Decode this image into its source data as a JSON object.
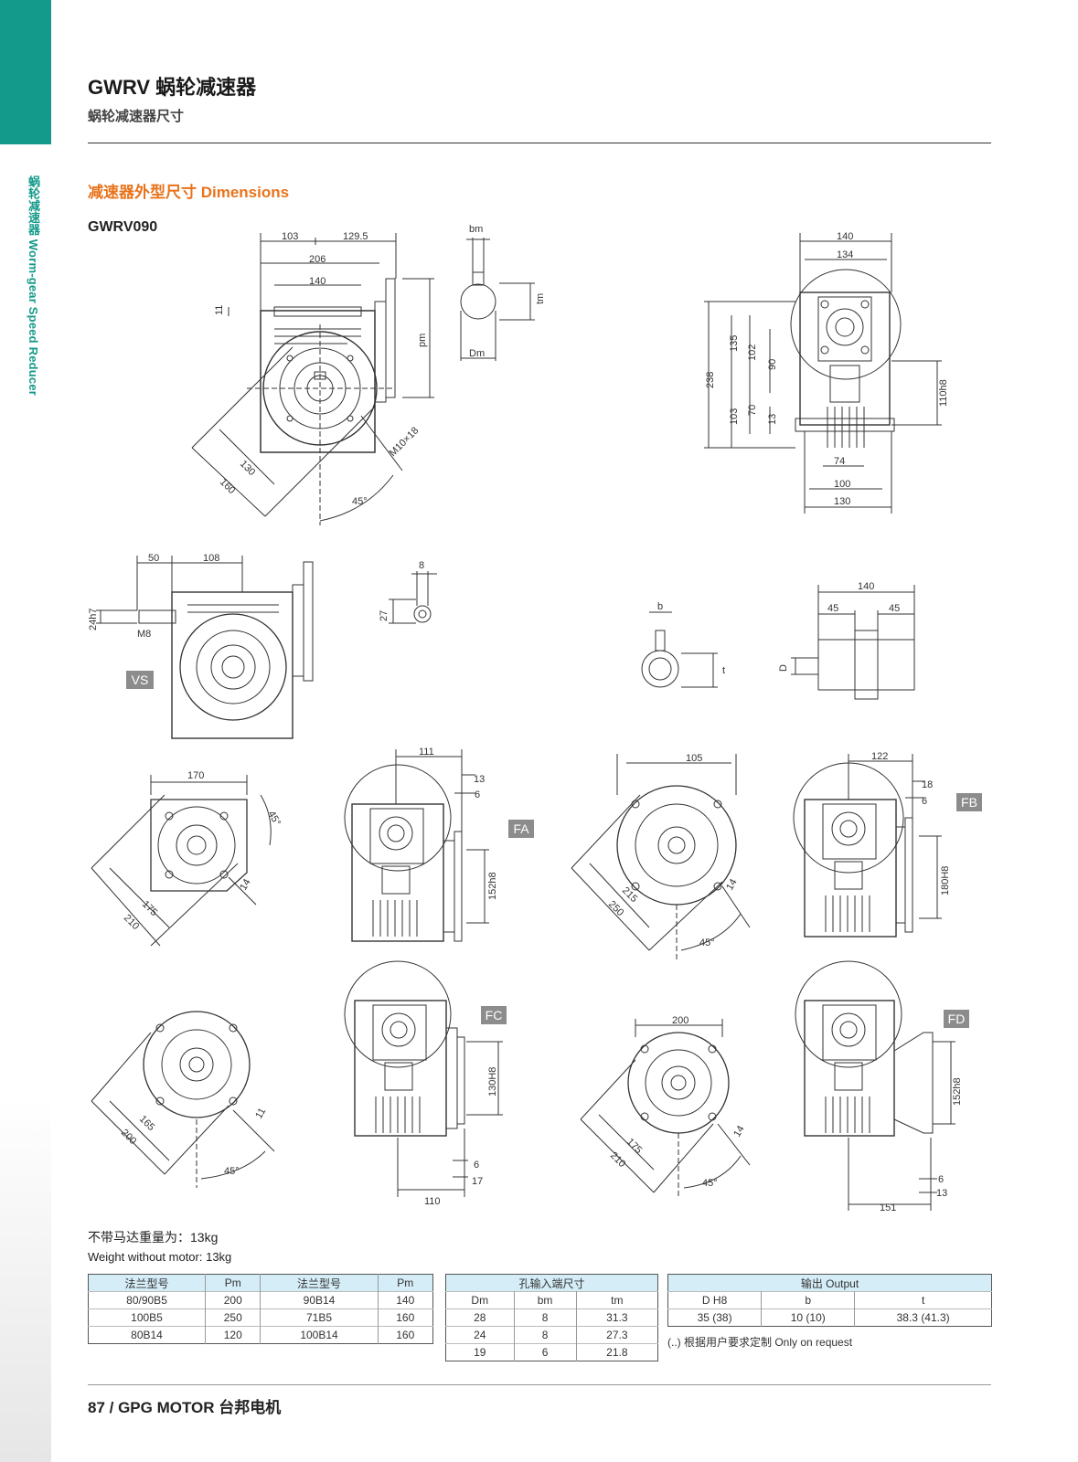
{
  "header": {
    "title": "GWRV 蜗轮减速器",
    "subtitle": "蜗轮减速器尺寸",
    "side_text": "蜗轮减速器 Worm-gear Speed Reducer"
  },
  "section": {
    "title": "减速器外型尺寸 Dimensions",
    "model": "GWRV090"
  },
  "tags": {
    "vs": "VS",
    "fa": "FA",
    "fb": "FB",
    "fc": "FC",
    "fd": "FD"
  },
  "weight": {
    "cn": "不带马达重量为：13kg",
    "en": "Weight without motor: 13kg"
  },
  "flange_table": {
    "headers": [
      "法兰型号",
      "Pm",
      "法兰型号",
      "Pm"
    ],
    "rows": [
      [
        "80/90B5",
        "200",
        "90B14",
        "140"
      ],
      [
        "100B5",
        "250",
        "71B5",
        "160"
      ],
      [
        "80B14",
        "120",
        "100B14",
        "160"
      ]
    ]
  },
  "input_table": {
    "title": "孔输入端尺寸",
    "headers": [
      "Dm",
      "bm",
      "tm"
    ],
    "rows": [
      [
        "28",
        "8",
        "31.3"
      ],
      [
        "24",
        "8",
        "27.3"
      ],
      [
        "19",
        "6",
        "21.8"
      ]
    ]
  },
  "output_table": {
    "title": "输出 Output",
    "headers": [
      "D H8",
      "b",
      "t"
    ],
    "rows": [
      [
        "35 (38)",
        "10 (10)",
        "38.3 (41.3)"
      ]
    ]
  },
  "note": "(..) 根据用户要求定制 Only on request",
  "footer": "87 / GPG MOTOR 台邦电机",
  "dims": {
    "d103": "103",
    "d129": "129.5",
    "d206": "206",
    "d140": "140",
    "d11": "11",
    "d130": "130",
    "d160": "160",
    "m10": "M10×18",
    "a45": "45°",
    "bm": "bm",
    "tm": "tm",
    "dm": "Dm",
    "pm": "pm",
    "r140": "140",
    "r134": "134",
    "r238": "238",
    "r135": "135",
    "r102": "102",
    "r90": "90",
    "r103": "103",
    "r70": "70",
    "r13": "13",
    "r110": "110h8",
    "r74": "74",
    "r100": "100",
    "r130": "130",
    "v50": "50",
    "v108": "108",
    "v24": "24h7",
    "vm8": "M8",
    "k8": "8",
    "k27": "27",
    "ob": "b",
    "ot": "t",
    "s140": "140",
    "s45a": "45",
    "s45b": "45",
    "sd": "D",
    "fa170": "170",
    "fa45": "45°",
    "fa175": "175",
    "fa210": "210",
    "fa14": "14",
    "fa111": "111",
    "fa13": "13",
    "fa6": "6",
    "fa152": "152h8",
    "fb105": "105",
    "fb215": "215",
    "fb250": "250",
    "fb14": "14",
    "fb45": "45°",
    "fb122": "122",
    "fb18": "18",
    "fb6": "6",
    "fb180": "180H8",
    "fc165": "165",
    "fc200": "200",
    "fc11": "11",
    "fc45": "45°",
    "fc130": "130H8",
    "fc6": "6",
    "fc17": "17",
    "fc110": "110",
    "fd200": "200",
    "fd175": "175",
    "fd210": "210",
    "fd14": "14",
    "fd45": "45°",
    "fd152": "152h8",
    "fd6": "6",
    "fd13": "13",
    "fd151": "151"
  }
}
